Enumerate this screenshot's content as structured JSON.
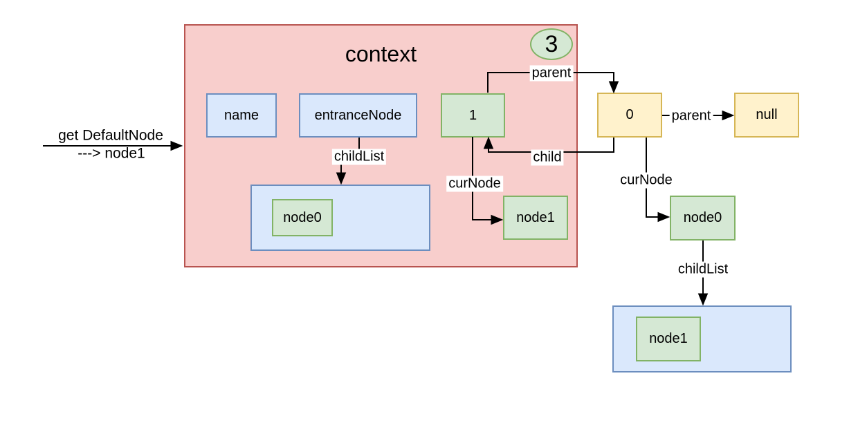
{
  "entry": {
    "line1": "get DefaultNode",
    "line2": "---> node1"
  },
  "context": {
    "title": "context",
    "step_badge": "3",
    "fields": {
      "name": "name",
      "entrance": "entranceNode"
    },
    "ref_node_label": "1",
    "edges": {
      "child_list": "childList",
      "cur_node": "curNode"
    },
    "child_list_items": [
      "node0"
    ],
    "cur_node_target": "node1"
  },
  "tree": {
    "root_label": "0",
    "null_label": "null",
    "edges": {
      "parent_from_ref": "parent",
      "parent_to_null": "parent",
      "child": "child",
      "cur_node": "curNode",
      "child_list": "childList"
    },
    "cur_node_target": "node0",
    "child_list_items": [
      "node1"
    ]
  },
  "colors": {
    "pink_fill": "#f8cecc",
    "pink_stroke": "#b85450",
    "blue_fill": "#dae8fc",
    "blue_stroke": "#6c8ebf",
    "green_fill": "#d5e8d4",
    "green_stroke": "#82b366",
    "yellow_fill": "#fff2cc",
    "yellow_stroke": "#d6b656"
  }
}
